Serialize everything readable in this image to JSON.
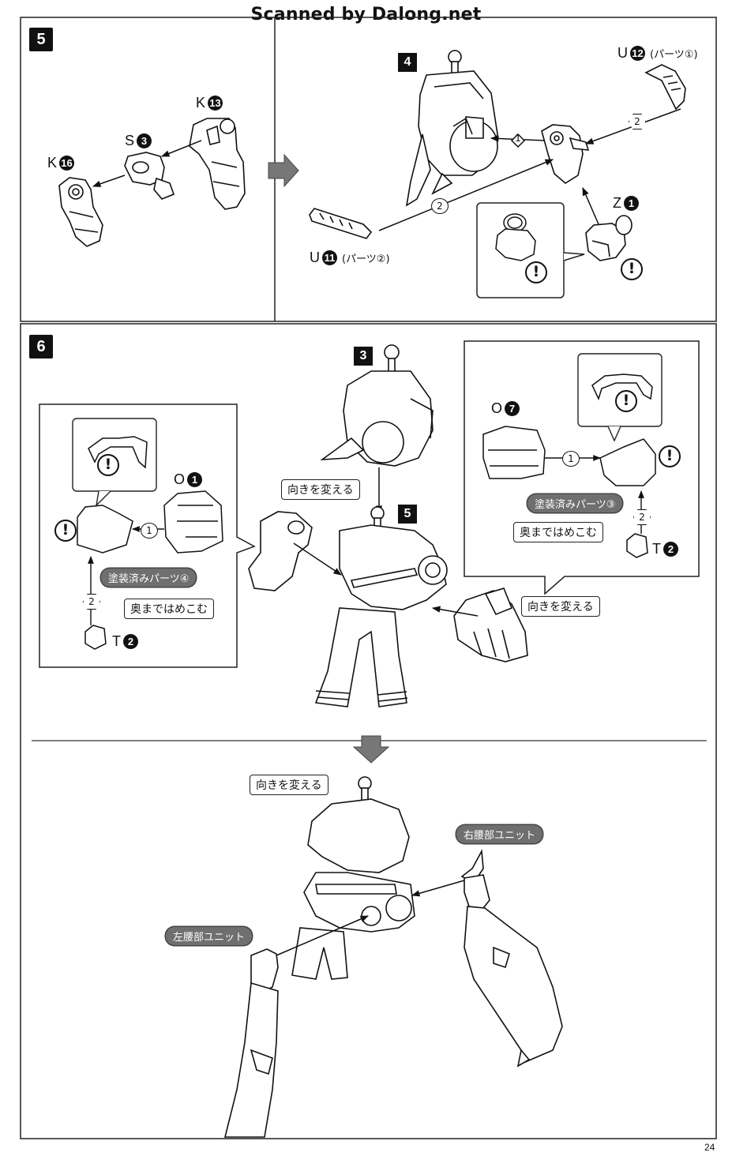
{
  "watermark": "Scanned by Dalong.net",
  "page_number": "24",
  "step5": {
    "number": "5",
    "subassembly": {
      "k13": {
        "letter": "K",
        "num": "13"
      },
      "s3": {
        "letter": "S",
        "num": "3"
      },
      "k16": {
        "letter": "K",
        "num": "16"
      }
    },
    "main": {
      "sub_ref": "4",
      "u12": {
        "letter": "U",
        "num": "12",
        "note": "(パーツ①)"
      },
      "u11": {
        "letter": "U",
        "num": "11",
        "note": "(パーツ②)"
      },
      "z1": {
        "letter": "Z",
        "num": "1"
      },
      "order1": "1",
      "order2a": "2",
      "order2b": "2",
      "warn": "!"
    }
  },
  "step6": {
    "number": "6",
    "ref3": "3",
    "ref5": "5",
    "callout_rotate": "向きを変える",
    "left_detail": {
      "o1": {
        "letter": "O",
        "num": "1"
      },
      "t2": {
        "letter": "T",
        "num": "2"
      },
      "painted": "塗装済みパーツ④",
      "press": "奥まではめこむ",
      "order1": "1",
      "order2": "2",
      "warn": "!"
    },
    "right_detail": {
      "o7": {
        "letter": "O",
        "num": "7"
      },
      "t2": {
        "letter": "T",
        "num": "2"
      },
      "painted": "塗装済みパーツ③",
      "press": "奥まではめこむ",
      "order1": "1",
      "order2": "2",
      "warn": "!"
    },
    "callout_rotate_right": "向きを変える"
  },
  "final": {
    "callout_rotate": "向きを変える",
    "right_waist": "右腰部ユニット",
    "left_waist": "左腰部ユニット"
  }
}
